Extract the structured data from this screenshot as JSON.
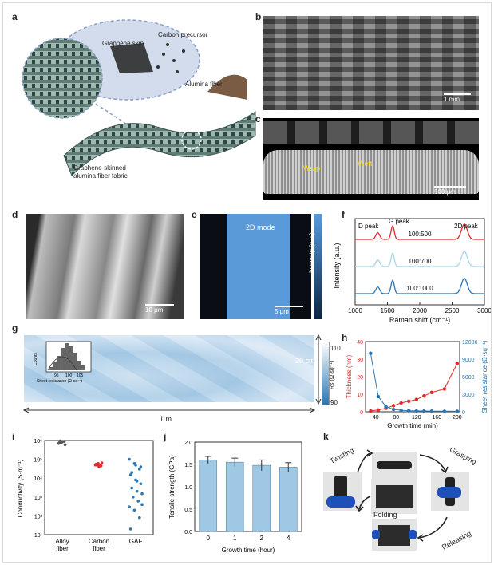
{
  "labels": {
    "a": "a",
    "b": "b",
    "c": "c",
    "d": "d",
    "e": "e",
    "f": "f",
    "g": "g",
    "h": "h",
    "i": "i",
    "j": "j",
    "k": "k"
  },
  "panel_a": {
    "graphene_skin": "Graphene skin",
    "carbon_precursor": "Carbon precursor",
    "alumina_fiber": "Alumina fiber",
    "fabric_line1": "Graphene-skinned",
    "fabric_line2": "alumina fiber fabric"
  },
  "panel_b": {
    "scale": "1 mm"
  },
  "panel_c": {
    "warp": "Warp",
    "weft": "Weft",
    "scale": "500 μm"
  },
  "panel_d": {
    "scale": "10 μm"
  },
  "panel_e": {
    "mode": "2D mode",
    "scale": "5 μm",
    "colorbar_label": "Intensity (a.u.)"
  },
  "panel_f": {
    "d_peak": "D peak",
    "g_peak": "G peak",
    "peak_2d": "2D peak"
  },
  "panel_g": {
    "width_label": "20 cm",
    "length_label": "1 m",
    "colorbar_title": "Rs (Ω·sq⁻¹)",
    "cbar_max": "110",
    "cbar_min": "90",
    "inset_ylabel": "Counts",
    "inset_xlabel": "Sheet resistance (Ω·sq⁻¹)",
    "inset_ticks": [
      "95",
      "100",
      "105"
    ]
  },
  "panel_k": {
    "twisting": "Twisting",
    "grasping": "Grasping",
    "folding": "Folding",
    "releasing": "Releasing"
  },
  "chart_data": [
    {
      "type": "line",
      "id": "f",
      "xlabel": "Raman shift (cm⁻¹)",
      "ylabel": "Intensity (a.u.)",
      "xlim": [
        1000,
        3000
      ],
      "xticks": [
        1000,
        1500,
        2000,
        2500,
        3000
      ],
      "series": [
        {
          "name": "100:500",
          "color": "#e02a2a"
        },
        {
          "name": "100:700",
          "color": "#a9d4e8"
        },
        {
          "name": "100:1000",
          "color": "#2876b4"
        }
      ]
    },
    {
      "type": "scatter",
      "id": "h",
      "xlabel": "Growth time (min)",
      "ylabel": "Thickness (nm)",
      "y2label": "Sheet resistance (Ω·sq⁻¹)",
      "xlim": [
        20,
        205
      ],
      "ylim": [
        0,
        40
      ],
      "y2lim": [
        0,
        12000
      ],
      "xticks": [
        40,
        80,
        120,
        160,
        200
      ],
      "yticks": [
        0,
        10,
        20,
        30,
        40
      ],
      "y2ticks": [
        0,
        3000,
        6000,
        9000,
        12000
      ],
      "series": [
        {
          "name": "Thickness",
          "axis": "left",
          "color": "#e02a2a",
          "x": [
            30,
            45,
            60,
            75,
            90,
            105,
            120,
            135,
            150,
            175,
            200
          ],
          "y": [
            0.5,
            1,
            2,
            3.5,
            5,
            6,
            7,
            9,
            11,
            13,
            27.5
          ]
        },
        {
          "name": "Sheet resistance",
          "axis": "right",
          "color": "#2876b4",
          "x": [
            30,
            45,
            60,
            75,
            90,
            105,
            120,
            135,
            150,
            175,
            200
          ],
          "y": [
            10000,
            2600,
            900,
            400,
            250,
            180,
            150,
            130,
            110,
            100,
            90
          ]
        }
      ]
    },
    {
      "type": "scatter",
      "id": "i",
      "ylabel": "Conductivity (S·m⁻¹)",
      "ylog": true,
      "ylim": [
        10,
        1000000
      ],
      "yticks_label": [
        "10¹",
        "10²",
        "10³",
        "10⁴",
        "10⁵",
        "10⁶"
      ],
      "categories": [
        "Alloy fiber",
        "Carbon fiber",
        "GAF"
      ],
      "colors": [
        "#555555",
        "#e02a2a",
        "#2876b4"
      ],
      "values": [
        [
          700000,
          800000,
          900000,
          750000,
          850000,
          600000,
          950000
        ],
        [
          50000,
          60000,
          45000,
          55000,
          40000,
          65000,
          50000,
          48000
        ],
        [
          100000,
          60000,
          30000,
          15000,
          8000,
          5000,
          3000,
          2000,
          1500,
          1000,
          600,
          300,
          200,
          80,
          20,
          50000,
          40000,
          20000,
          7000,
          400
        ]
      ]
    },
    {
      "type": "bar",
      "id": "j",
      "xlabel": "Growth time (hour)",
      "ylabel": "Tensile strength (GPa)",
      "categories": [
        "0",
        "1",
        "2",
        "4"
      ],
      "values": [
        1.6,
        1.55,
        1.48,
        1.44
      ],
      "errors": [
        0.08,
        0.09,
        0.12,
        0.1
      ],
      "ylim": [
        0,
        2.0
      ],
      "yticks": [
        0,
        0.5,
        1.0,
        1.5,
        2.0
      ],
      "color": "#9fc8e4"
    }
  ]
}
